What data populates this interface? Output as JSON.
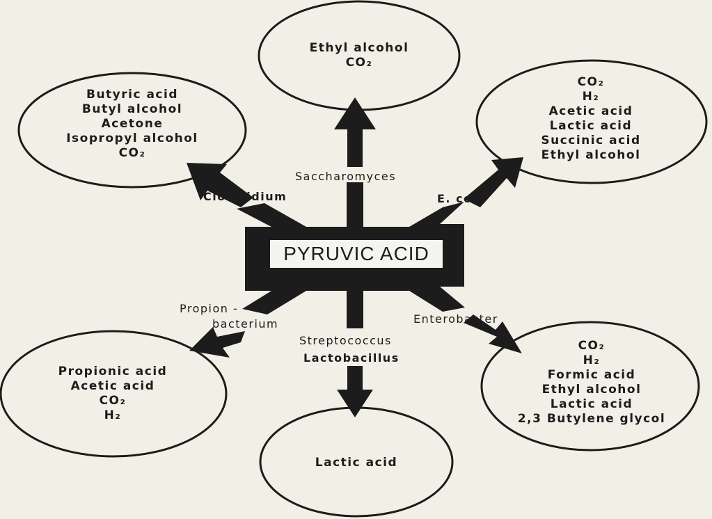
{
  "center": "PYRUVIC ACID",
  "organisms": {
    "clostridium": "Clostridium",
    "saccharomyces": "Saccharomyces",
    "ecoli": "E. coli",
    "propion_1": "Propion -",
    "propion_2": "bacterium",
    "strepto": "Streptococcus",
    "lacto": "Lactobacillus",
    "enterobacter": "Enterobacter"
  },
  "products": {
    "saccharomyces": [
      "Ethyl alcohol",
      "CO₂"
    ],
    "clostridium": [
      "Butyric acid",
      "Butyl alcohol",
      "Acetone",
      "Isopropyl alcohol",
      "CO₂"
    ],
    "ecoli": [
      "CO₂",
      "H₂",
      "Acetic acid",
      "Lactic acid",
      "Succinic acid",
      "Ethyl alcohol"
    ],
    "propionibacterium": [
      "Propionic acid",
      "Acetic acid",
      "CO₂",
      "H₂"
    ],
    "lactic": [
      "Lactic acid"
    ],
    "enterobacter": [
      "CO₂",
      "H₂",
      "Formic acid",
      "Ethyl alcohol",
      "Lactic acid",
      "2,3 Butylene glycol"
    ]
  },
  "colors": {
    "ink": "#1c1c1c",
    "paper": "#f2f0e6"
  }
}
